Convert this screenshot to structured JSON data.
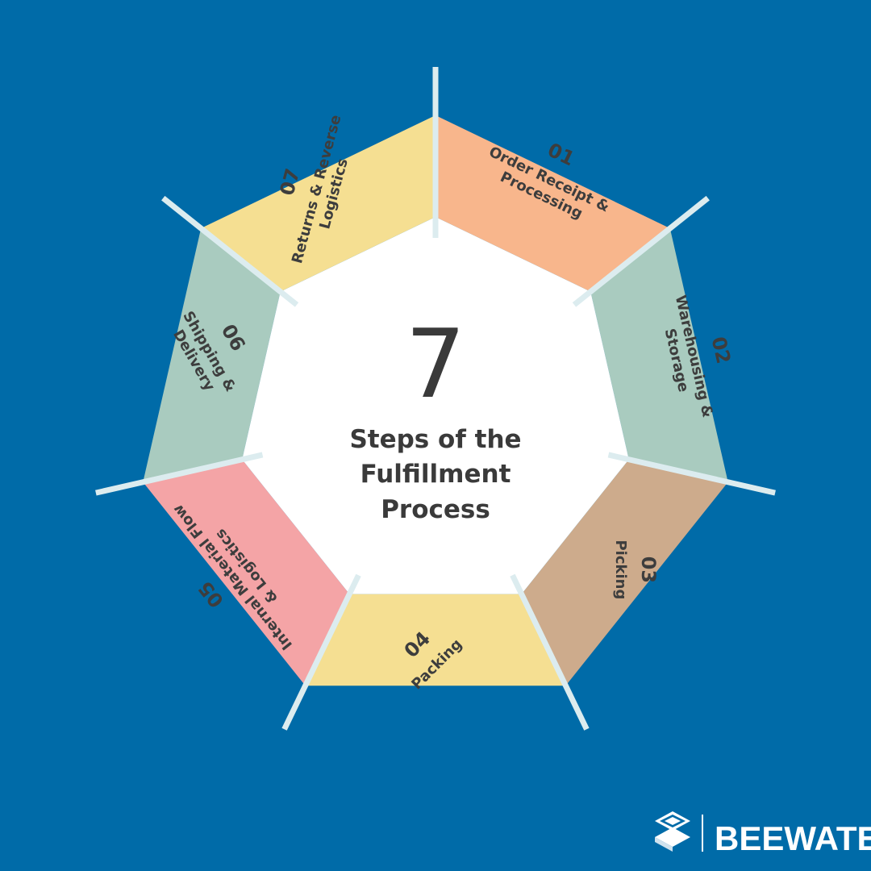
{
  "diagram": {
    "center": {
      "number": "7",
      "title_lines": [
        "Steps of the",
        "Fulfillment",
        "Process"
      ]
    },
    "steps": [
      {
        "number": "01",
        "label_lines": [
          "Order Receipt &",
          "Processing"
        ],
        "color": "#f8b68c"
      },
      {
        "number": "02",
        "label_lines": [
          "Warehousing &",
          "Storage"
        ],
        "color": "#a9cbbf"
      },
      {
        "number": "03",
        "label_lines": [
          "Picking"
        ],
        "color": "#cdab8c"
      },
      {
        "number": "04",
        "label_lines": [
          "Packing"
        ],
        "color": "#f5df92"
      },
      {
        "number": "05",
        "label_lines": [
          "Internal Material Flow",
          "& Logistics"
        ],
        "color": "#f4a4a6"
      },
      {
        "number": "06",
        "label_lines": [
          "Shipping &",
          "Delivery"
        ],
        "color": "#a9cbbf"
      },
      {
        "number": "07",
        "label_lines": [
          "Returns & Reverse",
          "Logistics"
        ],
        "color": "#f5df92"
      }
    ],
    "colors": {
      "background": "#006ba8",
      "center_fill": "#ffffff",
      "divider": "#dcecef",
      "text": "#3d3d3d"
    }
  },
  "brand": {
    "name": "BEEWATEC",
    "logo_icon": "beewatec-cube-logo-icon"
  }
}
